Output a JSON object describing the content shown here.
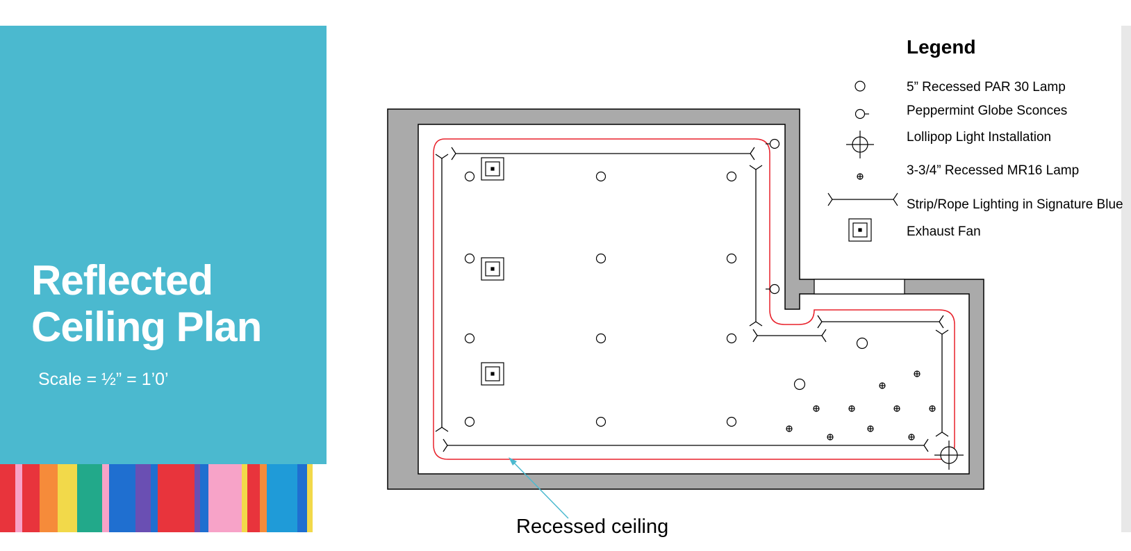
{
  "slide": {
    "title": "Reflected\nCeiling Plan",
    "scale": "Scale = ½” = 1’0’"
  },
  "legend": {
    "title": "Legend",
    "items": [
      {
        "id": "par30",
        "icon": "recessed-par30-lamp-icon",
        "label": "5” Recessed PAR 30 Lamp"
      },
      {
        "id": "sconce",
        "icon": "peppermint-globe-sconce-icon",
        "label": "Peppermint Globe Sconces"
      },
      {
        "id": "lollipop",
        "icon": "lollipop-light-icon",
        "label": "Lollipop Light Installation"
      },
      {
        "id": "mr16",
        "icon": "recessed-mr16-lamp-icon",
        "label": "3-3/4” Recessed MR16 Lamp"
      },
      {
        "id": "strip",
        "icon": "strip-rope-light-icon",
        "label": "Strip/Rope Lighting in Signature Blue"
      },
      {
        "id": "fan",
        "icon": "exhaust-fan-icon",
        "label": "Exhaust Fan"
      }
    ]
  },
  "callout": {
    "label": "Recessed ceiling"
  },
  "colors": {
    "panel": "#4bb9cf",
    "wall": "#aaaaaa",
    "recess_outline": "#e8202a",
    "callout_arrow": "#4bb9cf",
    "stripes": [
      "#e8343c",
      "#f7a3c8",
      "#e8343c",
      "#f68b3a",
      "#f2d94a",
      "#22a98a",
      "#f7a3c8",
      "#1f6fd0",
      "#6a4fb3",
      "#1f6fd0",
      "#e8343c",
      "#6a4fb3",
      "#1f6fd0",
      "#f7a3c8",
      "#f2d94a",
      "#e8343c",
      "#f68b3a",
      "#1f9bd8",
      "#1f6fd0",
      "#f2d94a"
    ]
  }
}
